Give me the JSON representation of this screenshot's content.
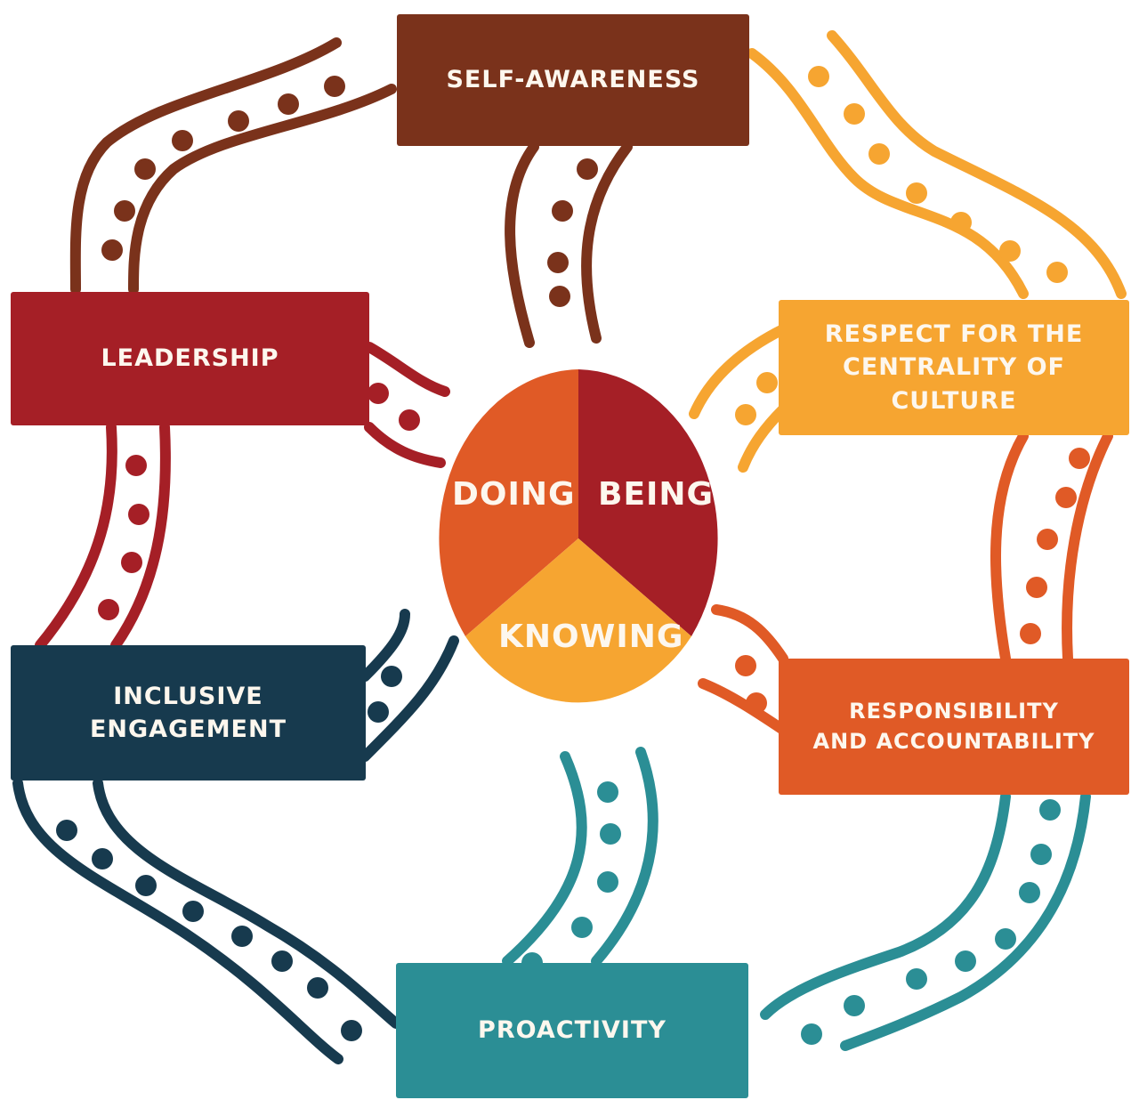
{
  "colors": {
    "self_awareness": "#7a321b",
    "leadership": "#a51f26",
    "inclusive_engagement": "#173a4e",
    "proactivity": "#2b8e95",
    "responsibility": "#e05a26",
    "respect": "#f6a531",
    "doing": "#e05a26",
    "being": "#a51f26",
    "knowing": "#f6a531"
  },
  "boxes": {
    "self_awareness": "SELF-AWARENESS",
    "leadership": "LEADERSHIP",
    "respect_line1": "RESPECT FOR THE",
    "respect_line2": "CENTRALITY OF",
    "respect_line3": "CULTURE",
    "inclusive_line1": "INCLUSIVE",
    "inclusive_line2": "ENGAGEMENT",
    "responsibility_line1": "RESPONSIBILITY",
    "responsibility_line2": "AND ACCOUNTABILITY",
    "proactivity": "PROACTIVITY"
  },
  "center": {
    "doing": "DOING",
    "being": "BEING",
    "knowing": "KNOWING"
  }
}
